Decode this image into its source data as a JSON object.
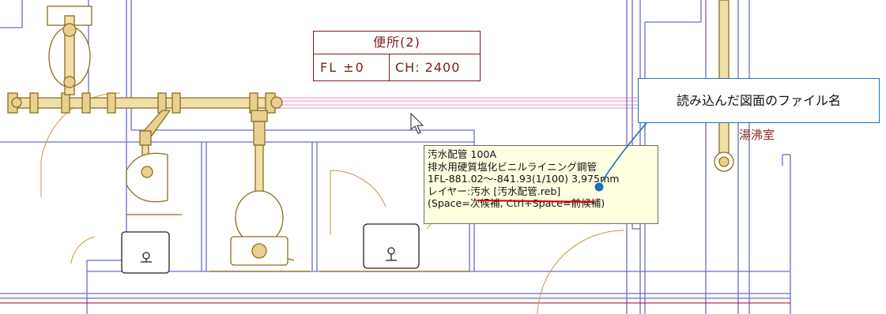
{
  "room": {
    "name": "便所(2)",
    "fl": "FL ±0",
    "ch": "CH: 2400"
  },
  "side_room_label": "湯沸室",
  "tooltip": {
    "line1": "汚水配管 100A",
    "line2": "排水用硬質塩化ビニルライニング鋼管",
    "line3": "1FL-881.02～-841.93(1/100) 3,975mm",
    "line4": "レイヤー:汚水 [汚水配管.reb]",
    "line5": "(Space=次候補, Ctrl+Space=前候補)"
  },
  "callout": {
    "text": "読み込んだ図面のファイル名"
  },
  "colors": {
    "wall": "#6b6bd0",
    "pipe": "#8b6d1f",
    "pipe_fill": "#c9a94a",
    "pink_line": "#f0b4e6",
    "red_line": "#b40000",
    "callout_blue": "#1f6fb5",
    "tooltip_bg": "#ffffe1"
  },
  "icons": [
    "mouse-cursor-icon",
    "callout-pointer-dot-icon"
  ]
}
